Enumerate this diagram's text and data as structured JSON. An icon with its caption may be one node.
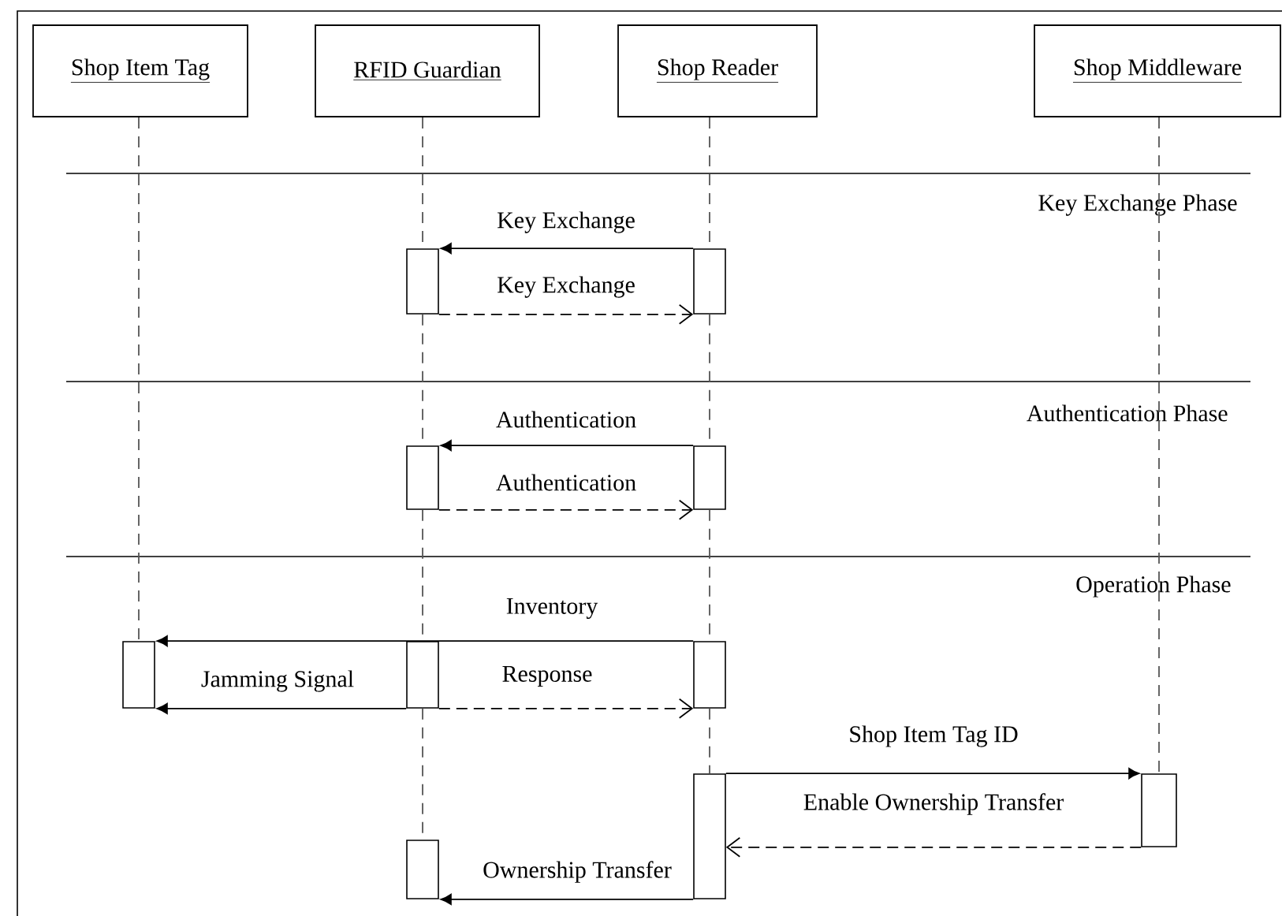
{
  "diagram": {
    "nodes": [
      {
        "text": [
          "Shop Item Tag"
        ]
      },
      {
        "text": [
          "RFID Guardian"
        ]
      },
      {
        "text": [
          "Shop Reader"
        ]
      },
      {
        "text": [
          "Shop Middleware"
        ]
      },
      {
        "text": [],
        "shape": "bar"
      },
      {
        "text": [],
        "shape": "bar"
      },
      {
        "text": [],
        "shape": "bar"
      },
      {
        "text": [],
        "shape": "bar"
      },
      {
        "text": [],
        "shape": "bar"
      },
      {
        "text": [],
        "shape": "bar"
      },
      {
        "text": [],
        "shape": "bar"
      },
      {
        "text": [],
        "shape": "bar"
      },
      {
        "text": [],
        "shape": "bar"
      },
      {
        "text": [],
        "shape": "bar"
      }
    ],
    "edges": [
      {
        "from": 5,
        "to": 4,
        "arrow": "to",
        "label": "Key Exchange"
      },
      {
        "from": 4,
        "to": 5,
        "arrow": "to",
        "label": "Key Exchange",
        "style": "dashed"
      },
      {
        "from": 7,
        "to": 6,
        "arrow": "to",
        "label": "Authentication"
      },
      {
        "from": 6,
        "to": 7,
        "arrow": "to",
        "label": "Authentication",
        "style": "dashed"
      },
      {
        "from": 10,
        "to": 8,
        "arrow": "to",
        "label": "Inventory"
      },
      {
        "from": 9,
        "to": 8,
        "arrow": "to",
        "label": "Jamming Signal"
      },
      {
        "from": 9,
        "to": 10,
        "arrow": "to",
        "label": "Response",
        "style": "dashed"
      },
      {
        "from": 11,
        "to": 12,
        "arrow": "to",
        "label": "Shop Item Tag ID"
      },
      {
        "from": 12,
        "to": 11,
        "arrow": "to",
        "label": "Enable Ownership Transfer",
        "style": "dashed"
      },
      {
        "from": 11,
        "to": 13,
        "arrow": "to",
        "label": "Ownership Transfer"
      },
      {
        "from": 0,
        "to": 8,
        "arrow": "none",
        "style": "dashed",
        "color": "#555555"
      },
      {
        "from": 1,
        "to": 4,
        "arrow": "none",
        "style": "dashed",
        "color": "#555555"
      },
      {
        "from": 4,
        "to": 6,
        "arrow": "none",
        "style": "dashed",
        "color": "#555555"
      },
      {
        "from": 6,
        "to": 9,
        "arrow": "none",
        "style": "dashed",
        "color": "#555555"
      },
      {
        "from": 9,
        "to": 13,
        "arrow": "none",
        "style": "dashed",
        "color": "#555555"
      },
      {
        "from": 2,
        "to": 5,
        "arrow": "none",
        "style": "dashed",
        "color": "#555555"
      },
      {
        "from": 5,
        "to": 7,
        "arrow": "none",
        "style": "dashed",
        "color": "#555555"
      },
      {
        "from": 7,
        "to": 10,
        "arrow": "none",
        "style": "dashed",
        "color": "#555555"
      },
      {
        "from": 10,
        "to": 11,
        "arrow": "none",
        "style": "dashed",
        "color": "#555555"
      },
      {
        "from": 3,
        "to": 12,
        "arrow": "none",
        "style": "dashed",
        "color": "#555555"
      }
    ],
    "labels": [
      "Key Exchange Phase",
      "Authentication Phase",
      "Operation Phase"
    ]
  }
}
